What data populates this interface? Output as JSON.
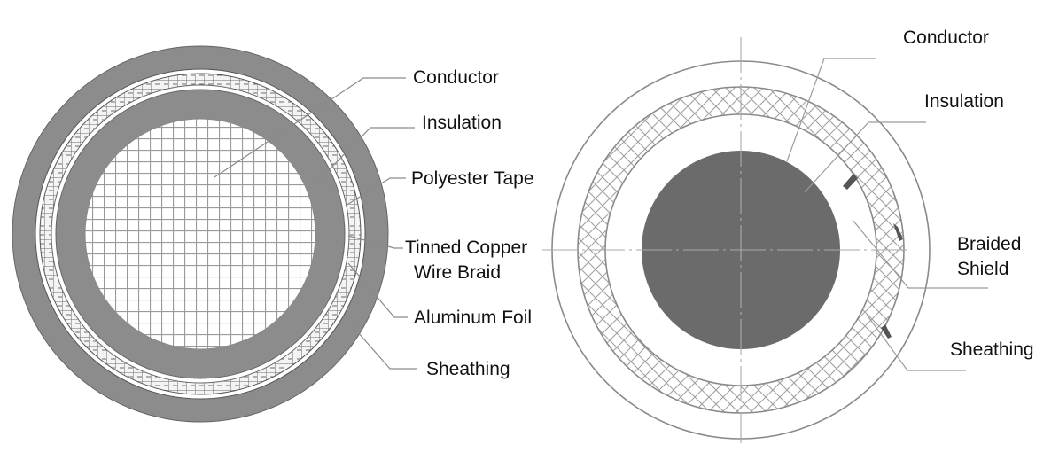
{
  "left_diagram": {
    "labels": {
      "conductor": "Conductor",
      "insulation": "Insulation",
      "polyester_tape": "Polyester Tape",
      "braid_line1": "Tinned Copper",
      "braid_line2": "Wire Braid",
      "aluminum_foil": "Aluminum Foil",
      "sheathing": "Sheathing"
    }
  },
  "right_diagram": {
    "labels": {
      "conductor": "Conductor",
      "insulation": "Insulation",
      "braided_line1": "Braided",
      "braided_line2": "Shield",
      "sheathing": "Sheathing"
    }
  },
  "colors": {
    "sheath_gray": "#8c8c8c",
    "insulation_gray": "#8c8c8c",
    "conductor_dark": "#6b6b6b",
    "line_gray": "#9a9a9a"
  }
}
